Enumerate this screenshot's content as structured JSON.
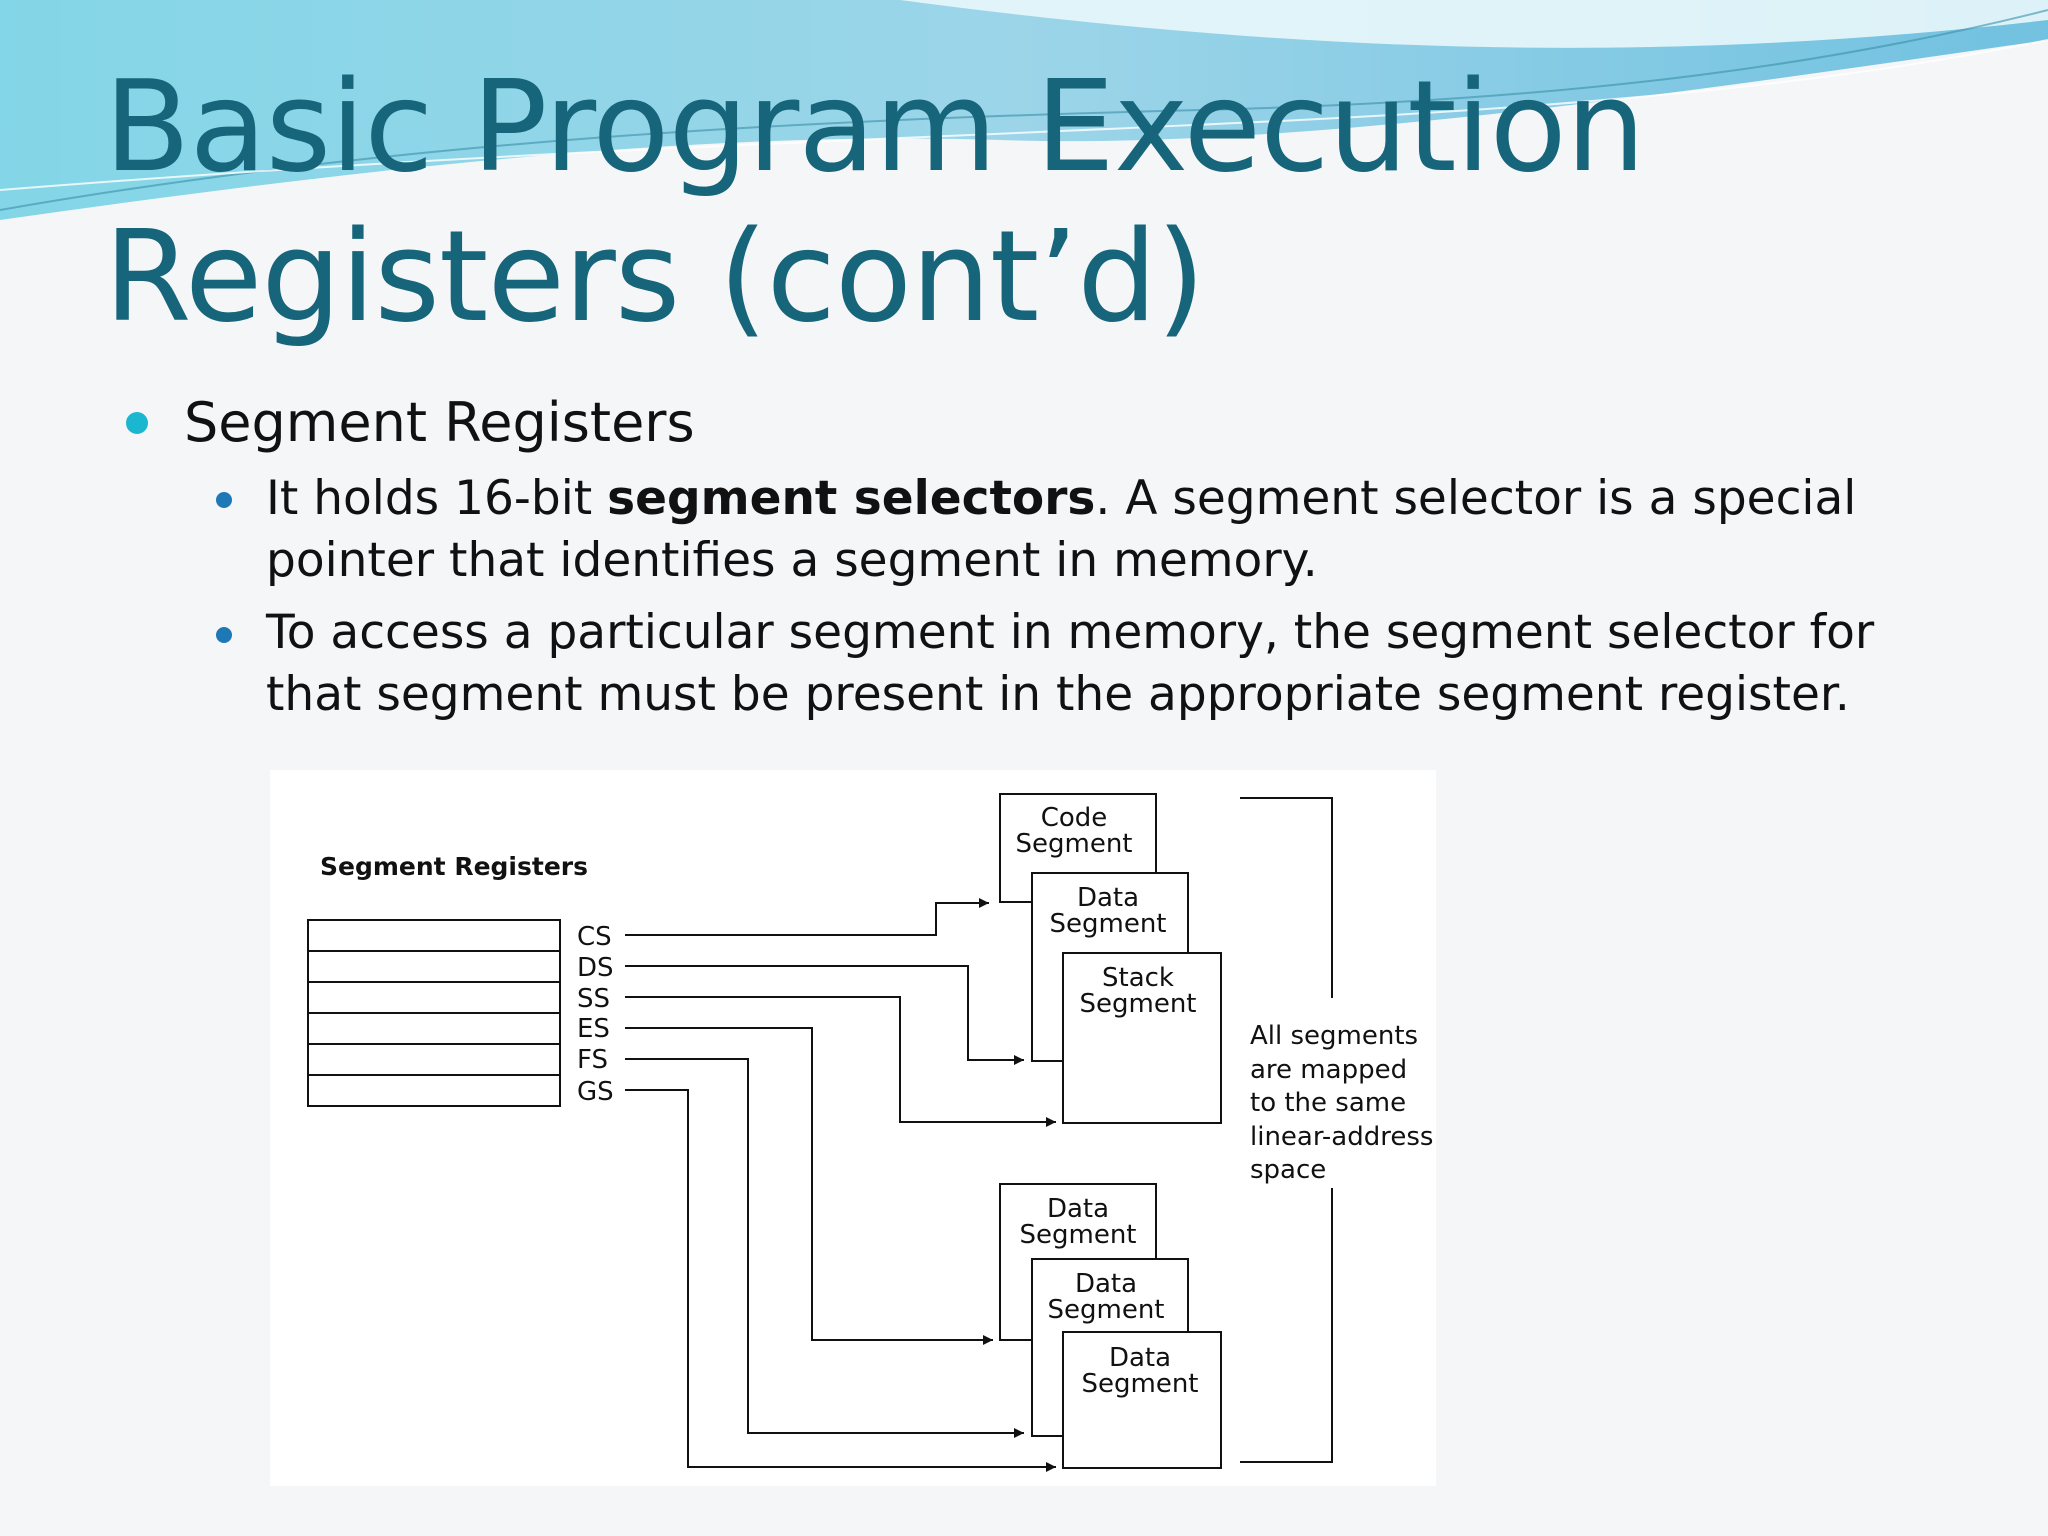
{
  "slide": {
    "title": "Basic Program Execution Registers (cont’d)"
  },
  "bullets": {
    "level1": "Segment Registers",
    "item1": {
      "pre": "It holds 16-bit ",
      "bold": "segment selectors",
      "post": ". A segment selector is a special pointer that identifies a segment in memory."
    },
    "item2": "To access a particular segment in memory, the segment selector for that segment must be present in the appropriate segment register."
  },
  "diagram": {
    "heading": "Segment Registers",
    "registers": [
      "CS",
      "DS",
      "SS",
      "ES",
      "FS",
      "GS"
    ],
    "segments_top": {
      "code_1": "Code",
      "code_2": "Segment",
      "data_1": "Data",
      "data_2": "Segment",
      "stack_1": "Stack",
      "stack_2": "Segment"
    },
    "segments_bottom": {
      "a_1": "Data",
      "a_2": "Segment",
      "b_1": "Data",
      "b_2": "Segment",
      "c_1": "Data",
      "c_2": "Segment"
    },
    "note": [
      "All segments",
      "are mapped",
      "to the same",
      "linear-address",
      "space"
    ]
  },
  "colors": {
    "title": "#17657a",
    "bullet_l1": "#1bb6cf",
    "bullet_l2": "#1e78b6"
  }
}
